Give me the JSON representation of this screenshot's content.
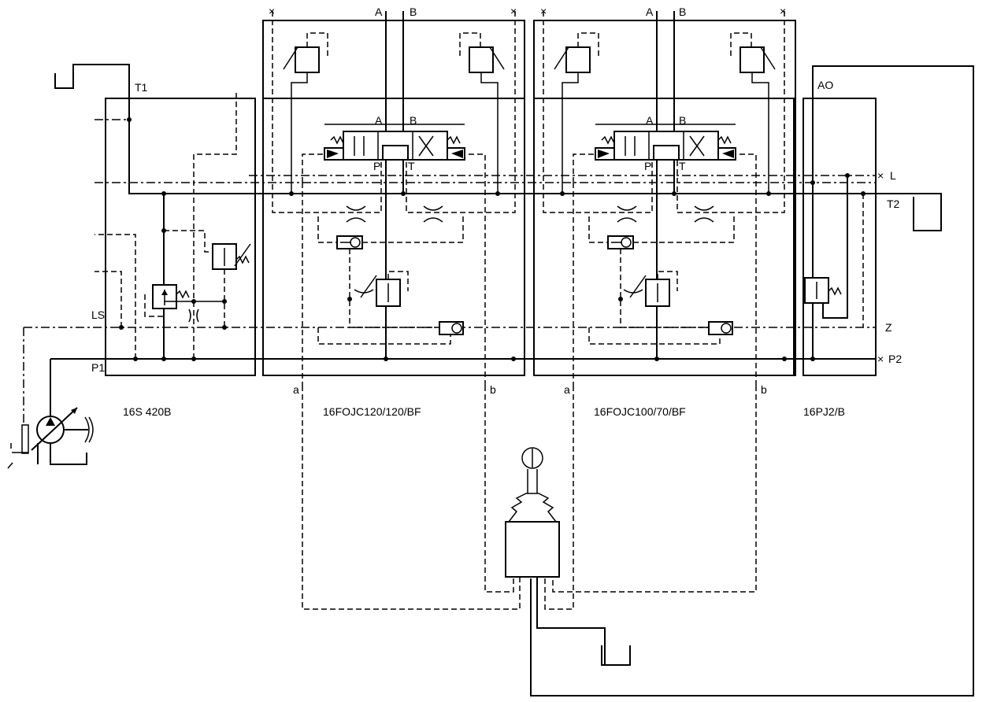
{
  "port_labels": {
    "t1": "T1",
    "ls": "LS",
    "p1": "P1",
    "ao": "AO",
    "l": "L",
    "t2": "T2",
    "z": "Z",
    "p2": "P2"
  },
  "sections": [
    {
      "name": "16S 420B"
    },
    {
      "name": "16FOJC120/120/BF"
    },
    {
      "name": "16FOJC100/70/BF"
    },
    {
      "name": "16PJ2/B"
    }
  ],
  "valve_ports": {
    "a": "A",
    "b": "B",
    "p": "P",
    "t": "T"
  },
  "pilot_ports": {
    "a": "a",
    "b": "b"
  },
  "marks": {
    "cross": "×"
  }
}
